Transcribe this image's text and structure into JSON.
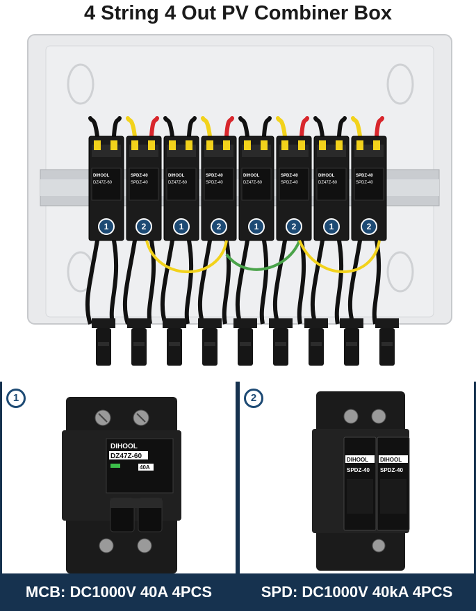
{
  "title": "4 String 4 Out PV Combiner Box",
  "colors": {
    "navy": "#16324f",
    "badge_blue": "#1d4a74",
    "breaker_black": "#1b1b1b",
    "wire_yellow": "#f2d21b",
    "wire_red": "#d8262c",
    "enclosure_grey": "#e9eaec",
    "din_rail": "#c9ccd0"
  },
  "main_photo": {
    "callouts": [
      "1",
      "2",
      "1",
      "2",
      "1",
      "2",
      "1",
      "2"
    ],
    "breaker_labels": [
      "DIHOOL",
      "DZ47Z-60",
      "SPDZ-40",
      "SPDZ-40",
      "DIHOOL",
      "DZ47Z-60",
      "SPDZ-40",
      "SPDZ-40",
      "DIHOOL",
      "DZ47Z-60",
      "SPDZ-40",
      "SPDZ-40",
      "DIHOOL",
      "DZ47Z-60",
      "SPDZ-40",
      "SPDZ-40"
    ]
  },
  "panel_mcb": {
    "badge": "1",
    "brand": "DIHOOL",
    "model": "DZ47Z-60",
    "rating": "40A",
    "caption": "MCB: DC1000V 40A 4PCS"
  },
  "panel_spd": {
    "badge": "2",
    "brand_a": "DIHOOL",
    "model_a": "SPDZ-40",
    "brand_b": "DIHOOL",
    "model_b": "SPDZ-40",
    "caption": "SPD: DC1000V 40kA 4PCS"
  }
}
